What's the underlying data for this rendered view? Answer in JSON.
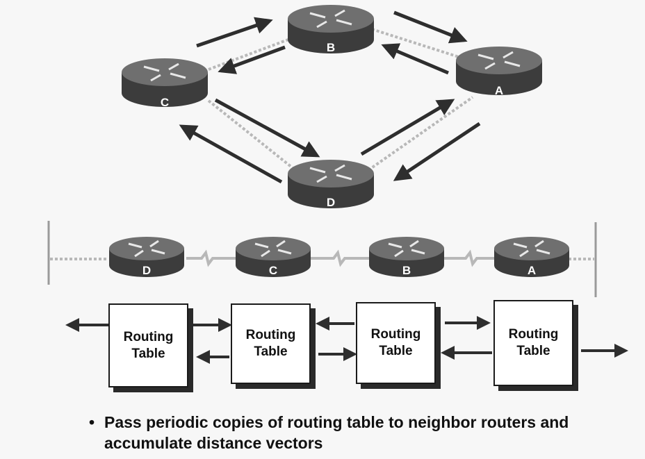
{
  "routers": {
    "mesh": {
      "A": "A",
      "B": "B",
      "C": "C",
      "D": "D"
    },
    "chain": [
      "D",
      "C",
      "B",
      "A"
    ]
  },
  "routing_tables": [
    {
      "line1": "Routing",
      "line2": "Table"
    },
    {
      "line1": "Routing",
      "line2": "Table"
    },
    {
      "line1": "Routing",
      "line2": "Table"
    },
    {
      "line1": "Routing",
      "line2": "Table"
    }
  ],
  "caption": {
    "bullet": "•",
    "text": "Pass periodic copies of routing table to neighbor routers and accumulate distance vectors"
  },
  "colors": {
    "router_top": "#6f6f6f",
    "router_side": "#3c3c3c",
    "arrow": "#2e2e2e",
    "link": "#b8b8b8"
  },
  "icons": {
    "router": "router-icon",
    "arrow": "arrow-icon"
  }
}
